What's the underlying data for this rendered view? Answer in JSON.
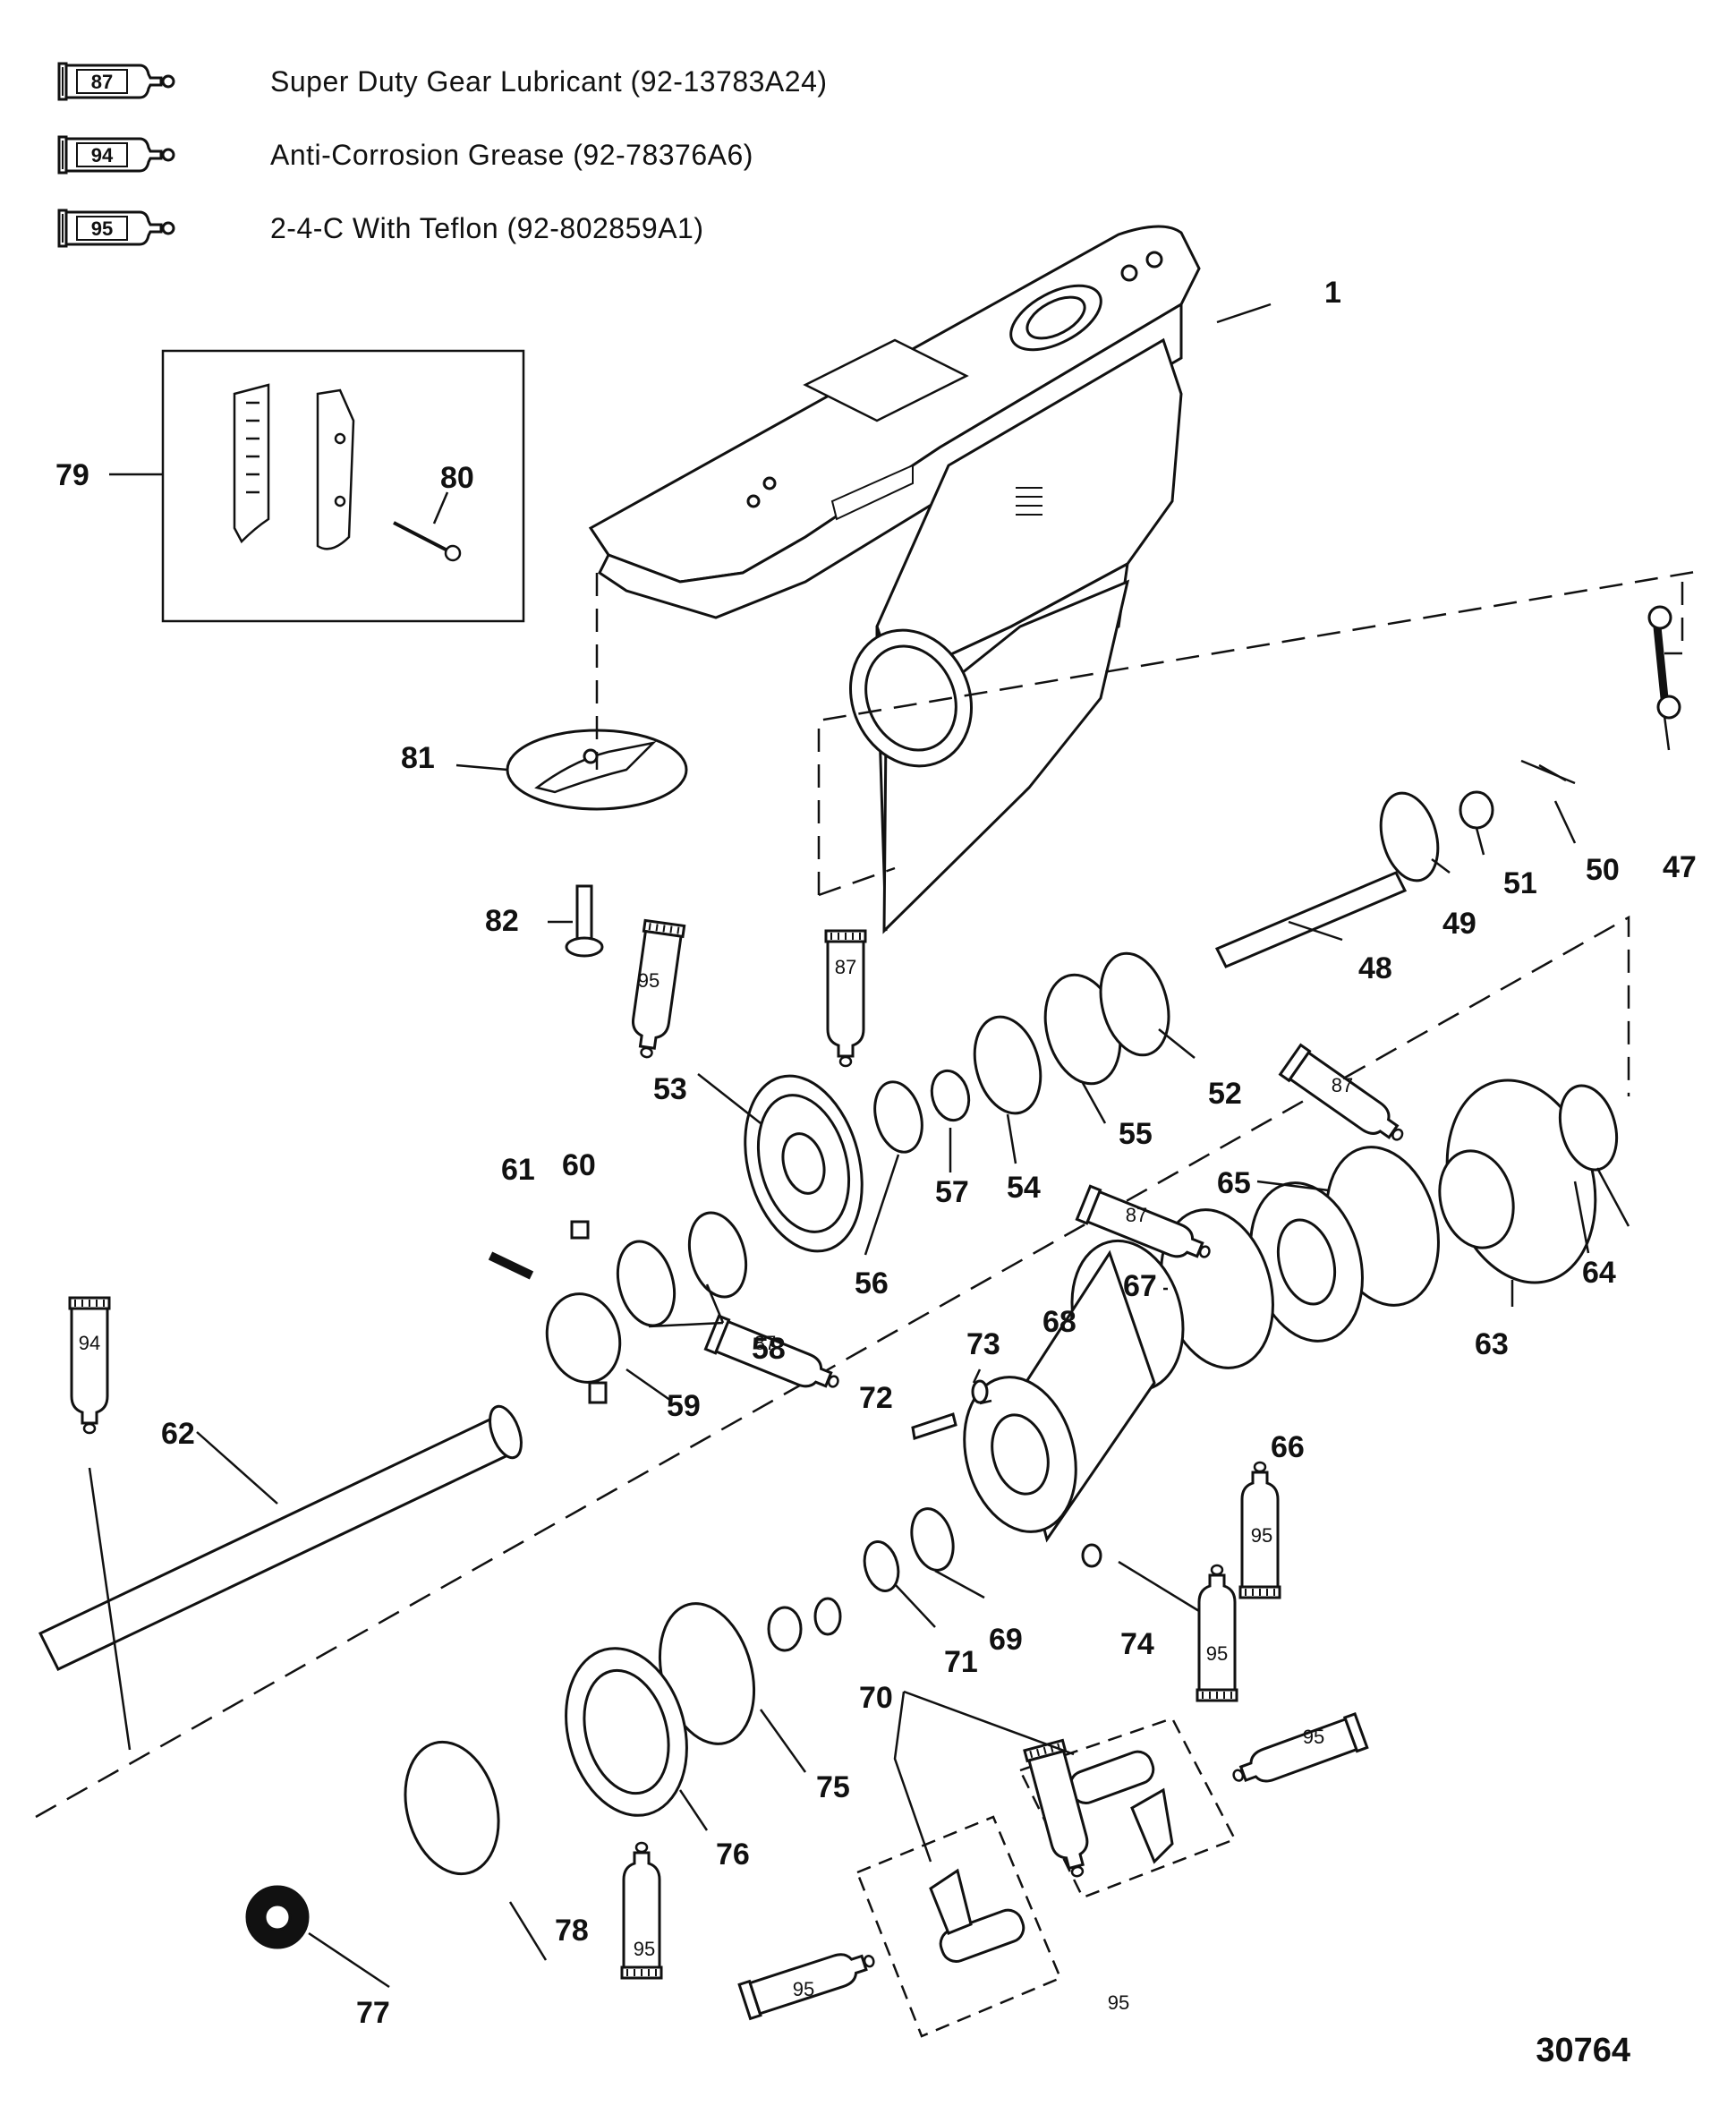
{
  "legend": [
    {
      "code": "87",
      "label": "Super Duty Gear Lubricant (92-13783A24)"
    },
    {
      "code": "94",
      "label": "Anti-Corrosion Grease (92-78376A6)"
    },
    {
      "code": "95",
      "label": "2-4-C  With Teflon  (92-802859A1)"
    }
  ],
  "callouts": [
    "1",
    "47",
    "48",
    "49",
    "50",
    "51",
    "52",
    "53",
    "54",
    "55",
    "56",
    "57",
    "58",
    "59",
    "60",
    "61",
    "62",
    "63",
    "64",
    "65",
    "66",
    "67",
    "68",
    "69",
    "70",
    "71",
    "72",
    "73",
    "74",
    "75",
    "76",
    "77",
    "78",
    "79",
    "80",
    "81",
    "82"
  ],
  "tube_codes": {
    "lube": "87",
    "grease": "94",
    "teflon": "95"
  },
  "document_number": "30764"
}
